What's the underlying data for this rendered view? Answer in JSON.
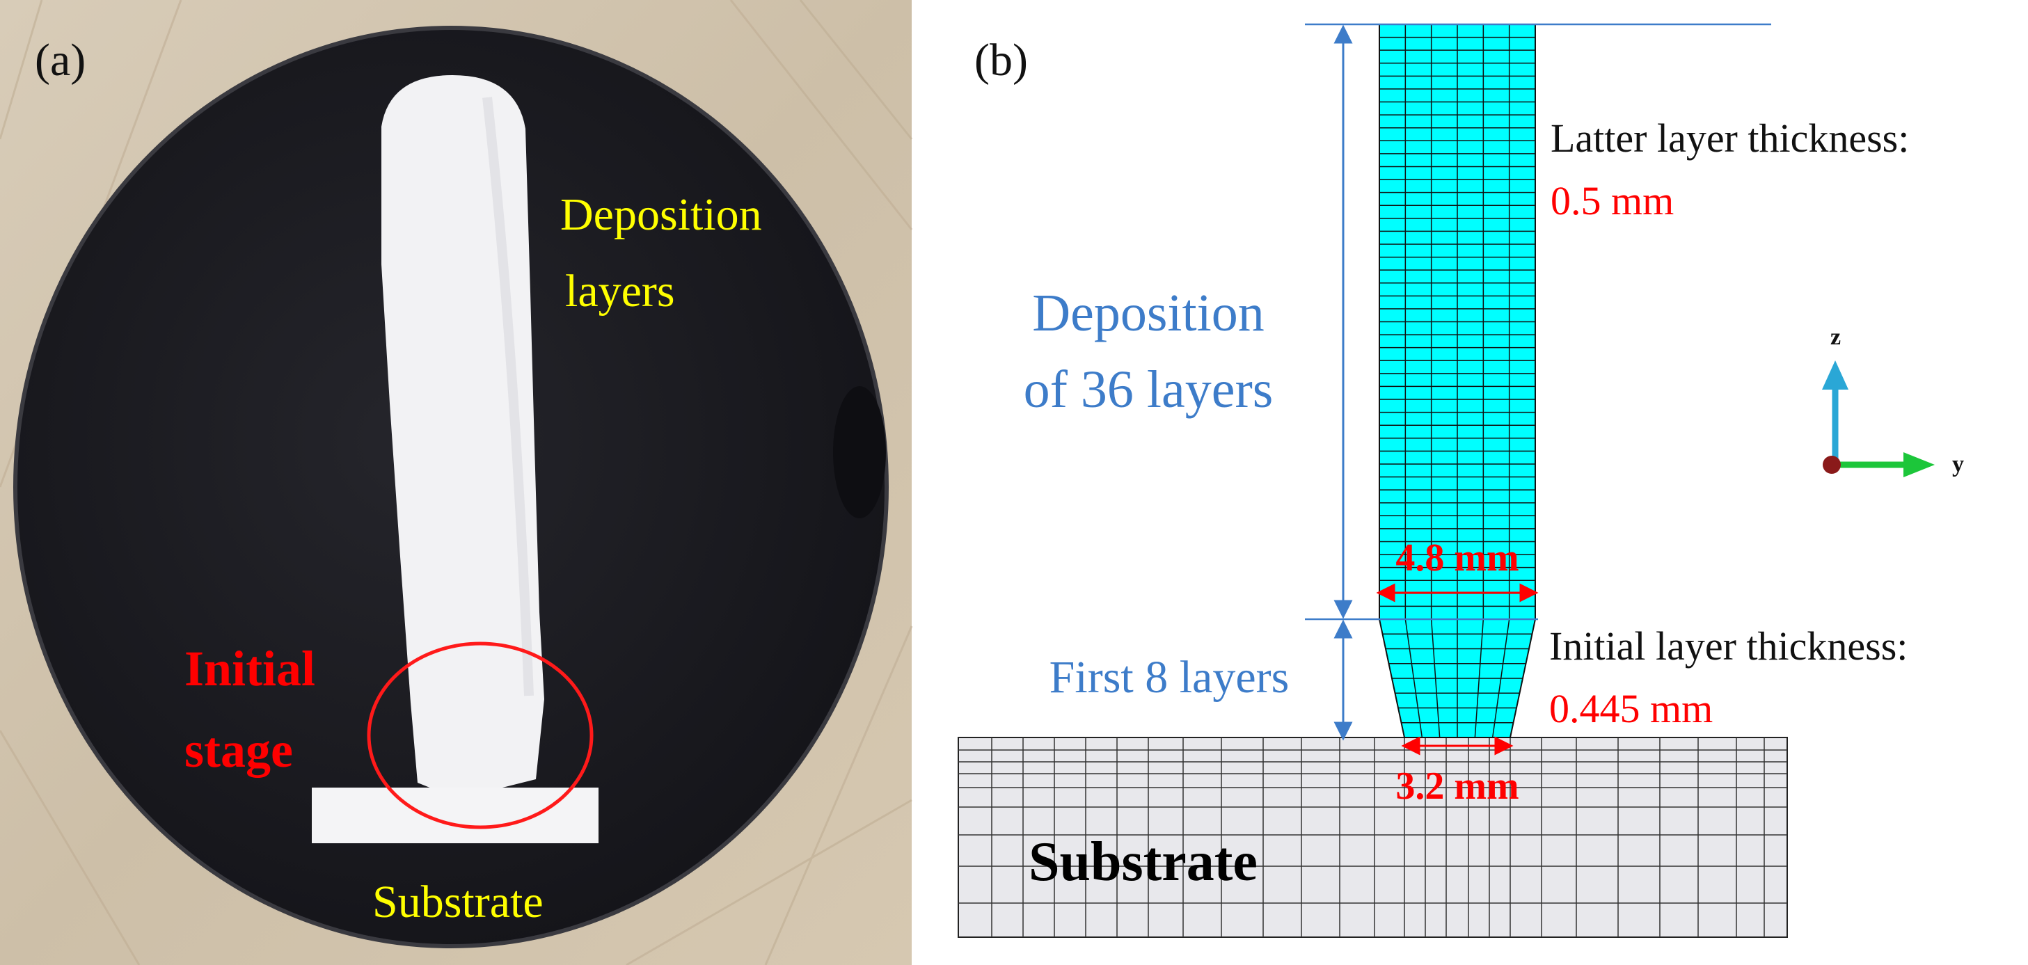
{
  "panel_a": {
    "label": "(a)",
    "deposition_label_line1": "Deposition",
    "deposition_label_line2": "layers",
    "initial_label_line1": "Initial",
    "initial_label_line2": "stage",
    "substrate_label": "Substrate"
  },
  "panel_b": {
    "label": "(b)",
    "deposition_of_line1": "Deposition",
    "deposition_of_line2": "of 36 layers",
    "first_layers": "First 8 layers",
    "latter_thickness_label": "Latter layer thickness:",
    "latter_thickness_value": "0.5 mm",
    "initial_thickness_label": "Initial layer thickness:",
    "initial_thickness_value": "0.445 mm",
    "top_width": "4.8 mm",
    "bottom_width": "3.2 mm",
    "substrate_label": "Substrate",
    "axis_z": "z",
    "axis_y": "y"
  },
  "colors": {
    "yellow_label": "#ffff00",
    "red_label": "#ff0000",
    "blue_label": "#3d7cc9",
    "mesh_fill": "#00ffff",
    "substrate_fill": "#e8e8ec"
  }
}
